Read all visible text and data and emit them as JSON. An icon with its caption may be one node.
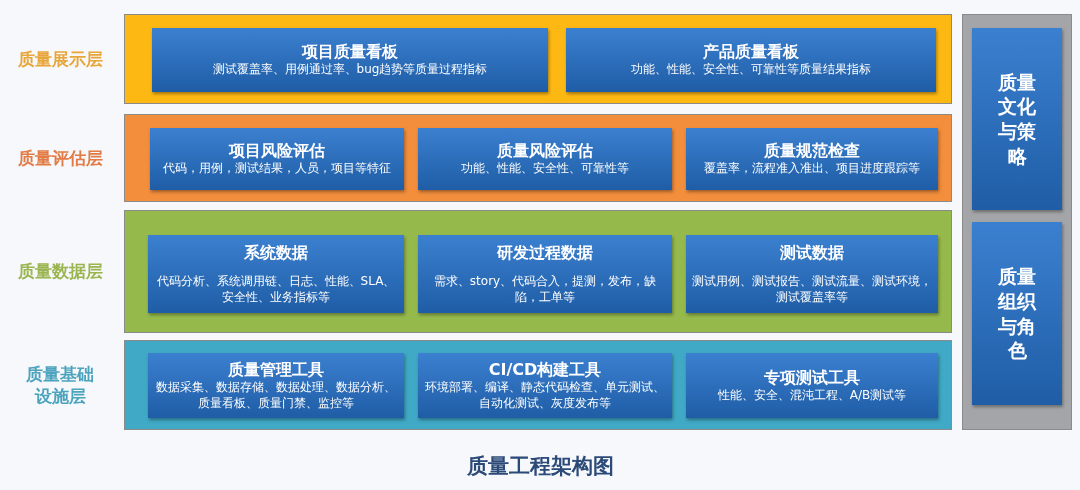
{
  "diagram": {
    "caption": "质量工程架构图",
    "nodes": [
      {
        "text": [
          "质量展示层"
        ]
      },
      {
        "text": [
          "项目质量看板",
          "测试覆盖率、用例通过率、bug趋势等质量过程指标"
        ],
        "in": 0
      },
      {
        "text": [
          "产品质量看板",
          "功能、性能、安全性、可靠性等质量结果指标"
        ],
        "in": 0
      },
      {
        "text": [
          "质量评估层"
        ]
      },
      {
        "text": [
          "项目风险评估",
          "代码，用例，测试结果，人员，项目等特征"
        ],
        "in": 3
      },
      {
        "text": [
          "质量风险评估",
          "功能、性能、安全性、可靠性等"
        ],
        "in": 3
      },
      {
        "text": [
          "质量规范检查",
          "覆盖率，流程准入准出、项目进度跟踪等"
        ],
        "in": 3
      },
      {
        "text": [
          "质量数据层"
        ]
      },
      {
        "text": [
          "系统数据",
          "代码分析、系统调用链、日志、性能、SLA、安全性、业务指标等"
        ],
        "in": 7
      },
      {
        "text": [
          "研发过程数据",
          "需求、story、代码合入，提测，发布，缺陷，工单等"
        ],
        "in": 7
      },
      {
        "text": [
          "测试数据",
          "测试用例、测试报告、测试流量、测试环境，测试覆盖率等"
        ],
        "in": 7
      },
      {
        "text": [
          "质量基础设施层"
        ]
      },
      {
        "text": [
          "质量管理工具",
          "数据采集、数据存储、数据处理、数据分析、质量看板、质量门禁、监控等"
        ],
        "in": 11
      },
      {
        "text": [
          "CI/CD构建工具",
          "环境部署、编译、静态代码检查、单元测试、自动化测试、灰度发布等"
        ],
        "in": 11
      },
      {
        "text": [
          "专项测试工具",
          "性能、安全、混沌工程、A/B测试等"
        ],
        "in": 11
      },
      {
        "text": [],
        "shape": "box"
      },
      {
        "text": [
          "质量文化与策略"
        ],
        "in": 15
      },
      {
        "text": [
          "质量组织与角色"
        ],
        "in": 15
      }
    ],
    "edges": []
  }
}
